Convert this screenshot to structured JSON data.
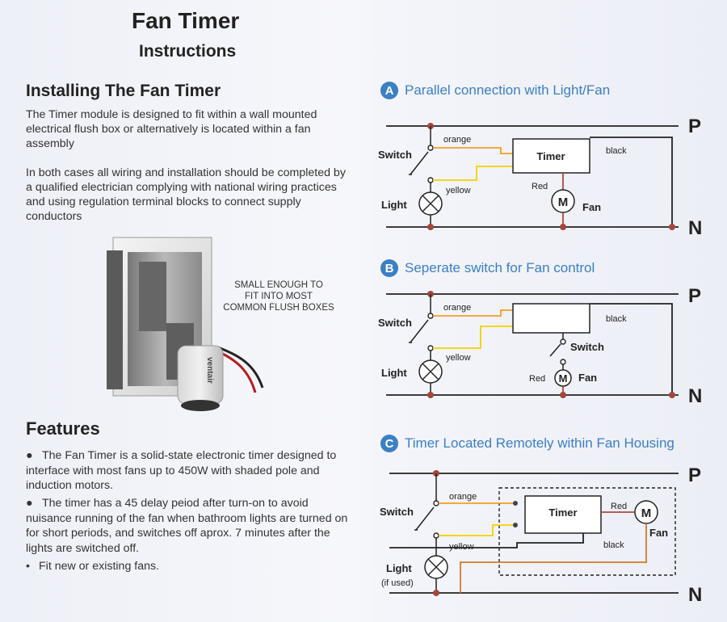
{
  "header": {
    "title": "Fan Timer",
    "subtitle": "Instructions"
  },
  "installing": {
    "heading": "Installing The Fan Timer",
    "para1": "The Timer module is designed to fit within a wall mounted electrical flush box or alternatively is located within a fan assembly",
    "para2": "In both cases all wiring and installation should be completed by a qualified electrician complying with national wiring practices and using regulation terminal blocks to connect supply conductors"
  },
  "product": {
    "caption_line1": "SMALL ENOUGH TO",
    "caption_line2": "FIT INTO MOST",
    "caption_line3": "COMMON FLUSH BOXES",
    "brand": "ventair"
  },
  "features": {
    "heading": "Features",
    "items": [
      "The Fan Timer is a solid-state electronic timer designed to interface with most fans up to 450W with shaded pole and induction motors.",
      "The timer has a 45 delay peiod after turn-on to avoid nuisance running of the fan when bathroom lights are turned on for short periods, and switches off aprox. 7 minutes after the lights are switched off.",
      "Fit new or existing fans."
    ]
  },
  "diagrams": {
    "a": {
      "badge": "A",
      "title": "Parallel connection with Light/Fan"
    },
    "b": {
      "badge": "B",
      "title": "Seperate switch for Fan control"
    },
    "c": {
      "badge": "C",
      "title": "Timer Located Remotely within Fan Housing"
    }
  },
  "labels": {
    "p": "P",
    "n": "N",
    "switch": "Switch",
    "light": "Light",
    "if_used": "(if used)",
    "timer": "Timer",
    "fan": "Fan",
    "orange": "orange",
    "yellow": "yellow",
    "black": "black",
    "red_a": "Red",
    "red_b": "Red",
    "red_c": "Red",
    "motor": "M"
  },
  "colors": {
    "accent": "#3b7fc4",
    "orange_wire": "#f0a020",
    "yellow_wire": "#f2d200",
    "red_wire": "#b0493a",
    "black_wire": "#222222"
  }
}
